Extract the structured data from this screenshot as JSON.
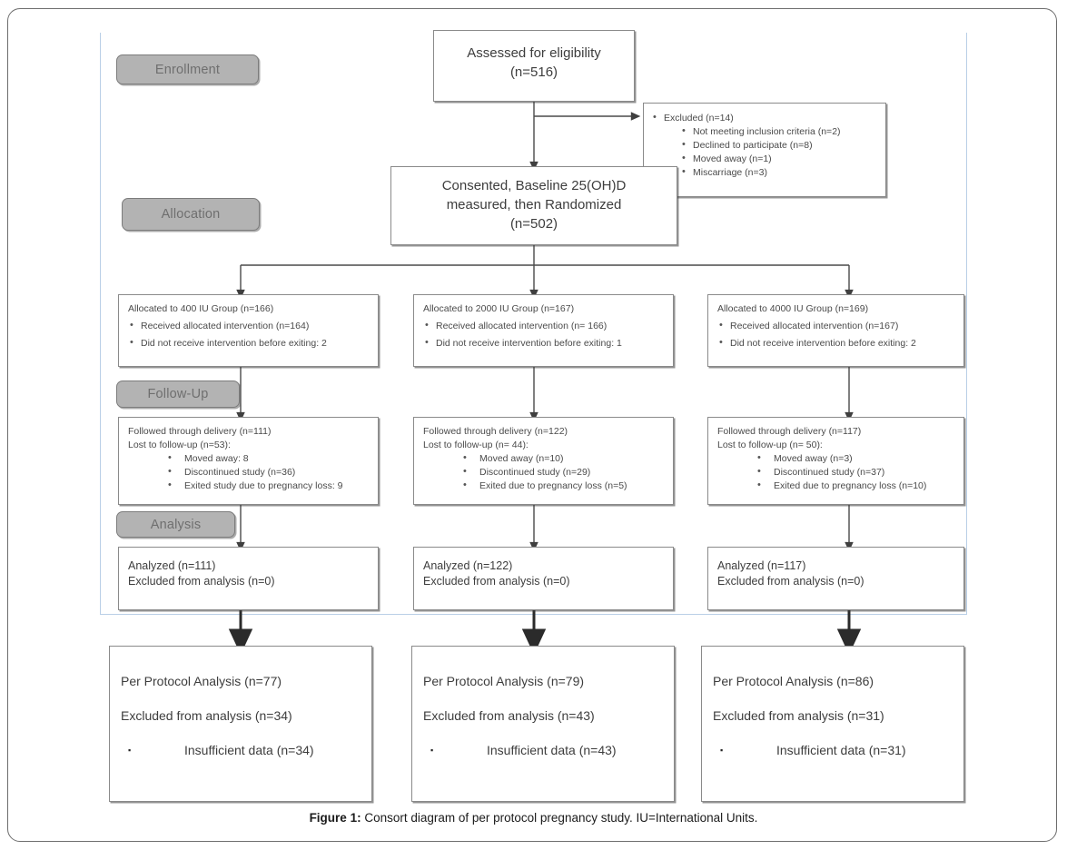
{
  "figure": {
    "caption_label": "Figure 1:",
    "caption_text": " Consort diagram of per protocol pregnancy study. IU=International Units."
  },
  "stages": [
    {
      "id": "enrollment",
      "label": "Enrollment"
    },
    {
      "id": "allocation",
      "label": "Allocation"
    },
    {
      "id": "followup",
      "label": "Follow-Up"
    },
    {
      "id": "analysis",
      "label": "Analysis"
    }
  ],
  "enrollment": {
    "assessed": {
      "line1": "Assessed for eligibility",
      "line2": "(n=516)"
    },
    "excluded": {
      "header": "Excluded (n=14)",
      "reasons": [
        "Not meeting inclusion criteria (n=2)",
        "Declined to participate (n=8)",
        "Moved away (n=1)",
        "Miscarriage (n=3)"
      ]
    },
    "consented": {
      "line1": "Consented, Baseline 25(OH)D",
      "line2": "measured, then Randomized",
      "line3": "(n=502)"
    }
  },
  "allocation": [
    {
      "header": "Allocated to 400 IU Group (n=166)",
      "items": [
        "Received allocated intervention (n=164)",
        "Did not receive intervention before exiting: 2"
      ]
    },
    {
      "header": "Allocated to 2000 IU Group (n=167)",
      "items": [
        "Received allocated intervention (n= 166)",
        "Did not receive intervention before exiting: 1"
      ]
    },
    {
      "header": "Allocated to 4000 IU Group (n=169)",
      "items": [
        "Received allocated intervention (n=167)",
        "Did not receive intervention before exiting: 2"
      ]
    }
  ],
  "followup": [
    {
      "line1": "Followed through delivery (n=111)",
      "line2": "Lost to follow-up (n=53):",
      "items": [
        "Moved away: 8",
        "Discontinued study (n=36)",
        "Exited study due to pregnancy loss: 9"
      ]
    },
    {
      "line1": "Followed through delivery (n=122)",
      "line2": "Lost to follow-up (n= 44):",
      "items": [
        "Moved away (n=10)",
        "Discontinued study (n=29)",
        "Exited due to pregnancy loss (n=5)"
      ]
    },
    {
      "line1": "Followed through delivery (n=117)",
      "line2": "Lost to follow-up (n= 50):",
      "items": [
        "Moved away (n=3)",
        "Discontinued study (n=37)",
        "Exited due to pregnancy loss (n=10)"
      ]
    }
  ],
  "analysis": [
    {
      "line1": "Analyzed (n=111)",
      "line2": "Excluded from analysis (n=0)"
    },
    {
      "line1": "Analyzed (n=122)",
      "line2": "Excluded from analysis (n=0)"
    },
    {
      "line1": "Analyzed (n=117)",
      "line2": "Excluded from analysis (n=0)"
    }
  ],
  "per_protocol": [
    {
      "line1": "Per Protocol Analysis (n=77)",
      "line2": "Excluded from analysis (n=34)",
      "bullet": "Insufficient data (n=34)"
    },
    {
      "line1": "Per Protocol Analysis (n=79)",
      "line2": "Excluded from analysis (n=43)",
      "bullet": "Insufficient data (n=43)"
    },
    {
      "line1": "Per Protocol Analysis (n=86)",
      "line2": "Excluded from analysis (n=31)",
      "bullet": "Insufficient data (n=31)"
    }
  ],
  "colors": {
    "stage_fill": "#b3b3b3",
    "box_border": "#8a8a8a",
    "wire": "#4a4a4a",
    "blue_rule": "#b9cfe6"
  }
}
